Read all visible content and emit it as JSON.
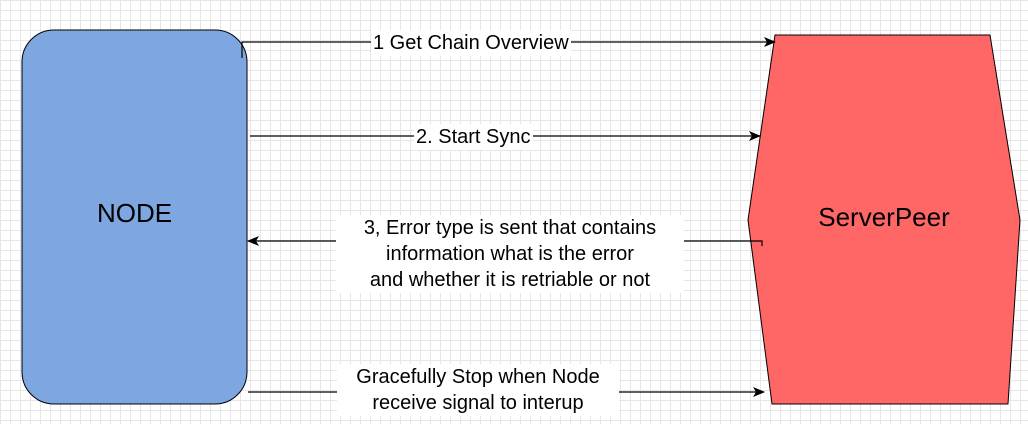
{
  "nodes": {
    "node": {
      "label": "NODE",
      "fill": "#7ea6e0",
      "stroke": "#000000"
    },
    "server": {
      "label": "ServerPeer",
      "fill": "#ff6666",
      "stroke": "#000000"
    }
  },
  "messages": [
    {
      "label": "1 Get Chain Overview",
      "direction": "to-server"
    },
    {
      "label": "2. Start Sync",
      "direction": "to-server"
    },
    {
      "label": "3,  Error type is sent that contains\ninformation what is the error\nand whether it is retriable or not",
      "direction": "to-node"
    },
    {
      "label": "Gracefully Stop when Node\nreceive signal to interup",
      "direction": "to-server"
    }
  ]
}
